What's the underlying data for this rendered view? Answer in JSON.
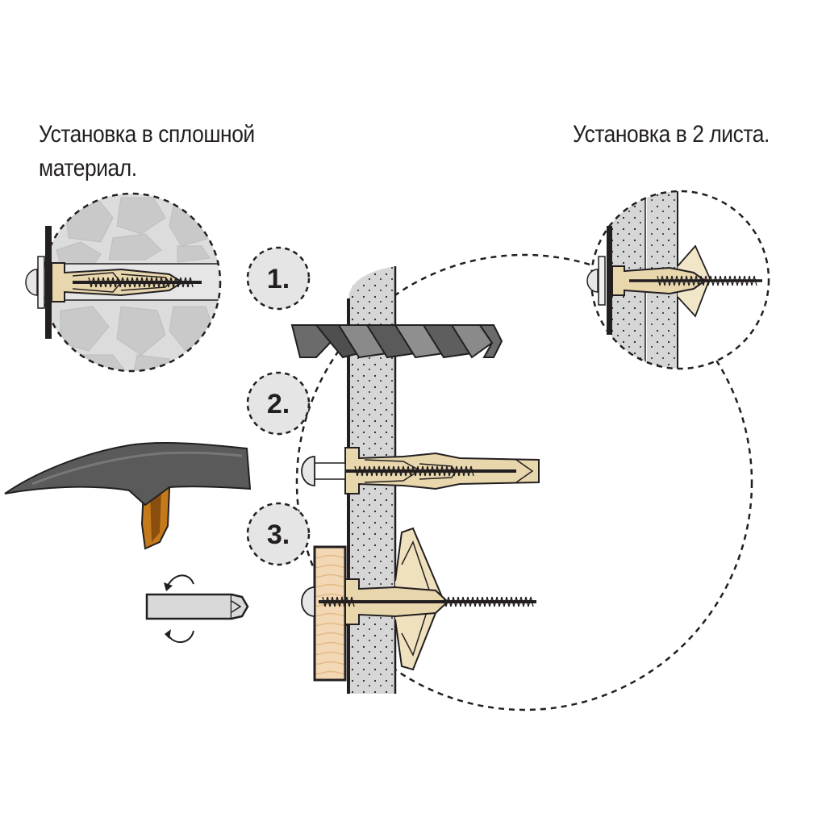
{
  "labels": {
    "solid": [
      "Установка в сплошной",
      "материал."
    ],
    "two_sheets": "Установка в 2 листа."
  },
  "steps": [
    "1.",
    "2.",
    "3."
  ],
  "colors": {
    "plug": "#e8d7ad",
    "stone": "#d4d4d4",
    "wall": "#d9d9d9",
    "wood": "#f1d6b0",
    "hammer_head": "#555555",
    "hammer_handle": "#c47a1a",
    "outline": "#231f20"
  },
  "icons": [
    "hammer-icon",
    "drill-bit-icon",
    "screwdriver-bit-icon",
    "rotation-arrow-icon"
  ]
}
